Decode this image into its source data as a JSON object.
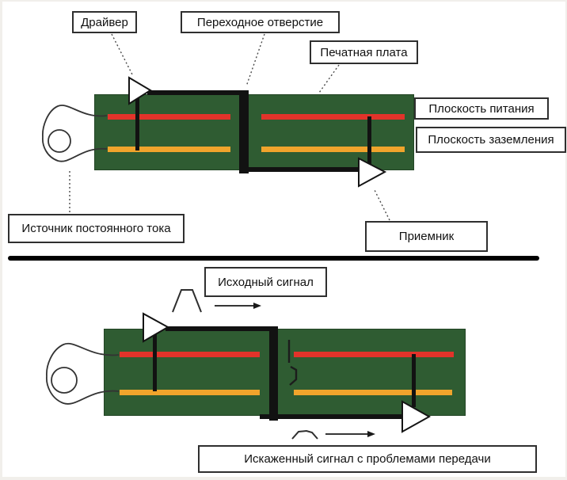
{
  "colors": {
    "board_green": "#2f5c32",
    "power_red": "#e2332a",
    "ground_orange": "#f0a42c",
    "trace_black": "#121212",
    "box_border": "#2f2f2f",
    "frame": "#f1efeb",
    "wire_stroke": "#333333"
  },
  "top_diagram": {
    "driver_label": "Драйвер",
    "via_label": "Переходное отверстие",
    "pcb_label": "Печатная плата",
    "power_plane_label": "Плоскость питания",
    "ground_plane_label": "Плоскость заземления",
    "dc_source_label": "Источник постоянного тока",
    "receiver_label": "Приемник"
  },
  "bottom_diagram": {
    "original_signal_label": "Исходный сигнал",
    "distorted_signal_label": "Искаженный сигнал с проблемами передачи"
  }
}
